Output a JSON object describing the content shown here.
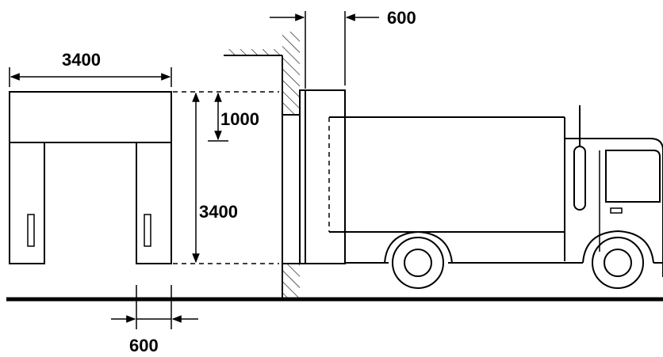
{
  "dimensions": {
    "seal_width": "3400",
    "seal_height": "3400",
    "top_curtain_height": "1000",
    "side_curtain_width": "600",
    "seal_projection": "600"
  }
}
